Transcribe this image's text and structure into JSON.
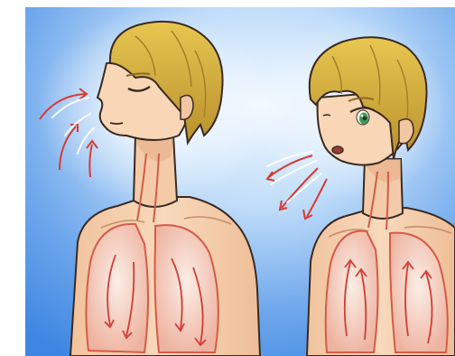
{
  "scene": {
    "panels": [
      {
        "figure": "inhaling-boy",
        "eyes": "closed",
        "mouth": "closed",
        "air_direction": "in"
      },
      {
        "figure": "exhaling-boy",
        "eyes": "open",
        "eye_color": "#3f9a55",
        "mouth": "open",
        "air_direction": "out"
      }
    ],
    "colors": {
      "background_blue": "#3e86e2",
      "background_glow": "#e9f4ff",
      "skin": "#f6d3b2",
      "skin_shadow": "#e6ad86",
      "hair": "#d8b13a",
      "hair_shadow": "#a4802a",
      "lung_fill": "#f2c0b0",
      "lung_line": "#d85a48",
      "arrow_red": "#d63b33",
      "outline": "#3a2a22"
    }
  }
}
